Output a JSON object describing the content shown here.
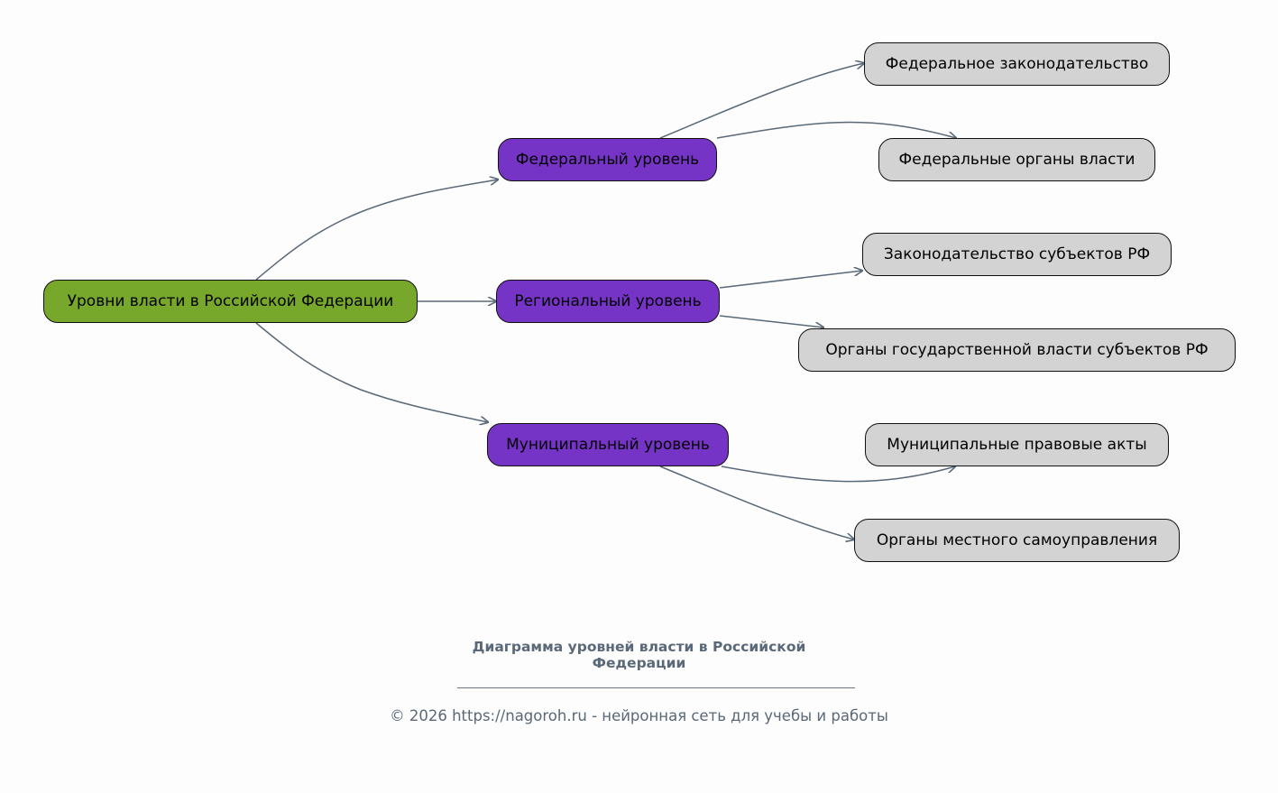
{
  "diagram": {
    "root": {
      "label": "Уровни власти в Российской Федерации",
      "color": "#78a82b"
    },
    "levels": [
      {
        "label": "Федеральный уровень",
        "children": [
          "Федеральное законодательство",
          "Федеральные органы власти"
        ]
      },
      {
        "label": "Региональный уровень",
        "children": [
          "Законодательство субъектов РФ",
          "Органы государственной власти субъектов РФ"
        ]
      },
      {
        "label": "Муниципальный уровень",
        "children": [
          "Муниципальные правовые акты",
          "Органы местного самоуправления"
        ]
      }
    ],
    "level_color": "#7634c6",
    "leaf_color": "#d3d3d3",
    "edge_color": "#5a6878"
  },
  "caption": {
    "title_line1": "Диаграмма уровней власти в Российской",
    "title_line2": "Федерации",
    "footer": "© 2026 https://nagoroh.ru - нейронная сеть для учебы и работы"
  }
}
